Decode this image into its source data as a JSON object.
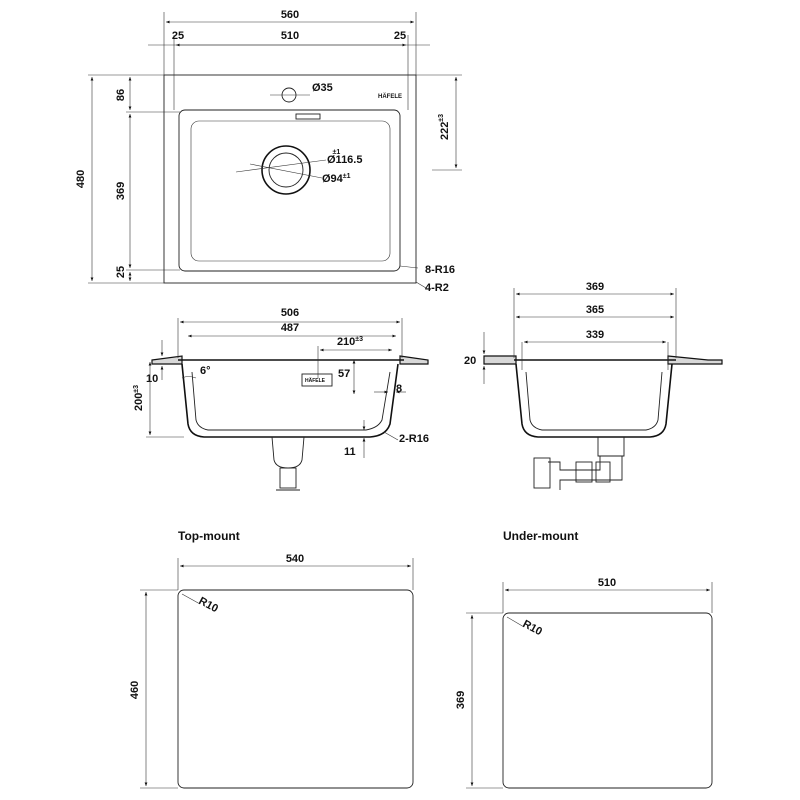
{
  "top_view": {
    "overall_width": "560",
    "left_rim": "25",
    "inner_width": "510",
    "right_rim": "25",
    "overall_depth": "480",
    "rear_rim": "86",
    "bowl_depth": "369",
    "front_rim": "25",
    "tap_hole": "Ø35",
    "brand_label": "HÄFELE",
    "drain_to_rear": "222",
    "drain_to_rear_tol": "±3",
    "drain_outer": "Ø116.5",
    "drain_outer_tol": "±1",
    "drain_inner": "Ø94",
    "drain_inner_tol": "±1",
    "inner_radius": "8-R16",
    "outer_radius": "4-R2"
  },
  "front_section": {
    "overall": "506",
    "inner": "487",
    "overflow_offset": "210",
    "overflow_offset_tol": "±3",
    "overflow_height": "57",
    "angle": "6°",
    "flange": "10",
    "depth": "200",
    "depth_tol": "±3",
    "wall": "8",
    "bottom": "11",
    "bottom_radius": "2-R16",
    "brand_label": "HÄFELE"
  },
  "side_section": {
    "overall": "369",
    "mid": "365",
    "inner": "339",
    "flange": "20"
  },
  "cutouts": {
    "top_mount": {
      "label": "Top-mount",
      "width": "540",
      "height": "460",
      "radius": "R10"
    },
    "under_mount": {
      "label": "Under-mount",
      "width": "510",
      "height": "369",
      "radius": "R10"
    }
  }
}
